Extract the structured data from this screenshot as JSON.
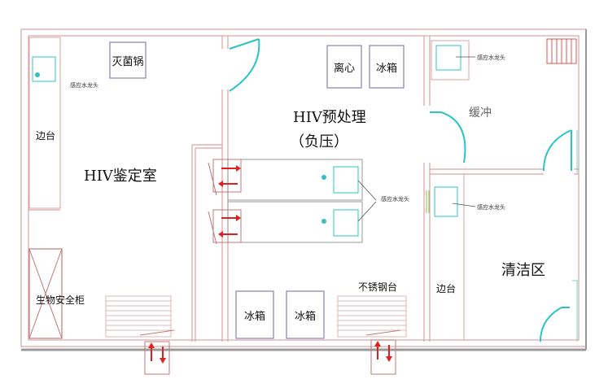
{
  "rooms": {
    "hiv_lab": "HIV鉴定室",
    "pretreat_line1": "HIV预处理",
    "pretreat_line2": "（负压）",
    "buffer": "缓冲",
    "clean": "清洁区"
  },
  "equipment": {
    "autoclave": "灭菌锅",
    "centrifuge": "离心",
    "fridge_top": "冰箱",
    "fridge_bottom_1": "冰箱",
    "fridge_bottom_2": "冰箱",
    "bench_left": "边台",
    "bench_right": "边台",
    "bio_cabinet": "生物安全柜",
    "steel_table": "不锈钢台"
  },
  "annotations": {
    "faucet_1": "感应水龙头",
    "faucet_2": "感应水龙头",
    "faucet_3": "感应水龙头",
    "faucet_4": "感应水龙头"
  },
  "colors": {
    "wall": "#d9a3a3",
    "door": "#2bc4c4",
    "arrow": "#e02020",
    "equip_border": "#8a7fb5"
  }
}
